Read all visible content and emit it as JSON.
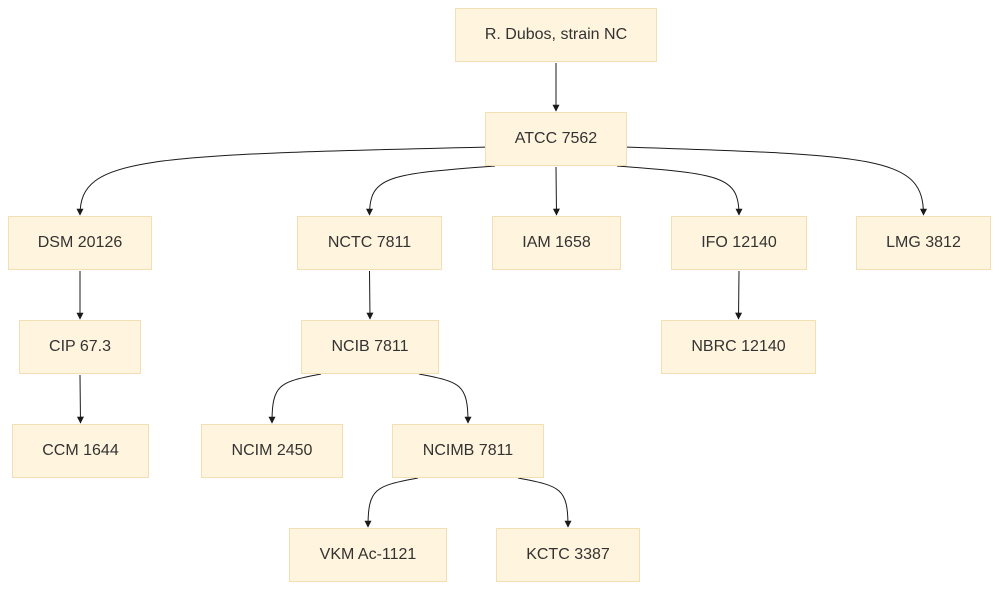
{
  "nodes": [
    {
      "id": "dubos",
      "label": "R. Dubos, strain NC"
    },
    {
      "id": "atcc7562",
      "label": "ATCC 7562"
    },
    {
      "id": "dsm20126",
      "label": "DSM 20126"
    },
    {
      "id": "nctc7811",
      "label": "NCTC 7811"
    },
    {
      "id": "iam1658",
      "label": "IAM 1658"
    },
    {
      "id": "ifo12140",
      "label": "IFO 12140"
    },
    {
      "id": "lmg3812",
      "label": "LMG 3812"
    },
    {
      "id": "cip673",
      "label": "CIP 67.3"
    },
    {
      "id": "ncib7811",
      "label": "NCIB 7811"
    },
    {
      "id": "nbrc12140",
      "label": "NBRC 12140"
    },
    {
      "id": "ccm1644",
      "label": "CCM 1644"
    },
    {
      "id": "ncim2450",
      "label": "NCIM 2450"
    },
    {
      "id": "ncimb7811",
      "label": "NCIMB 7811"
    },
    {
      "id": "vkmac1121",
      "label": "VKM Ac-1121"
    },
    {
      "id": "kctc3387",
      "label": "KCTC 3387"
    }
  ],
  "edges": [
    {
      "from": "dubos",
      "to": "atcc7562"
    },
    {
      "from": "atcc7562",
      "to": "dsm20126"
    },
    {
      "from": "atcc7562",
      "to": "nctc7811"
    },
    {
      "from": "atcc7562",
      "to": "iam1658"
    },
    {
      "from": "atcc7562",
      "to": "ifo12140"
    },
    {
      "from": "atcc7562",
      "to": "lmg3812"
    },
    {
      "from": "dsm20126",
      "to": "cip673"
    },
    {
      "from": "cip673",
      "to": "ccm1644"
    },
    {
      "from": "nctc7811",
      "to": "ncib7811"
    },
    {
      "from": "ncib7811",
      "to": "ncim2450"
    },
    {
      "from": "ncib7811",
      "to": "ncimb7811"
    },
    {
      "from": "ncimb7811",
      "to": "vkmac1121"
    },
    {
      "from": "ncimb7811",
      "to": "kctc3387"
    },
    {
      "from": "ifo12140",
      "to": "nbrc12140"
    }
  ]
}
